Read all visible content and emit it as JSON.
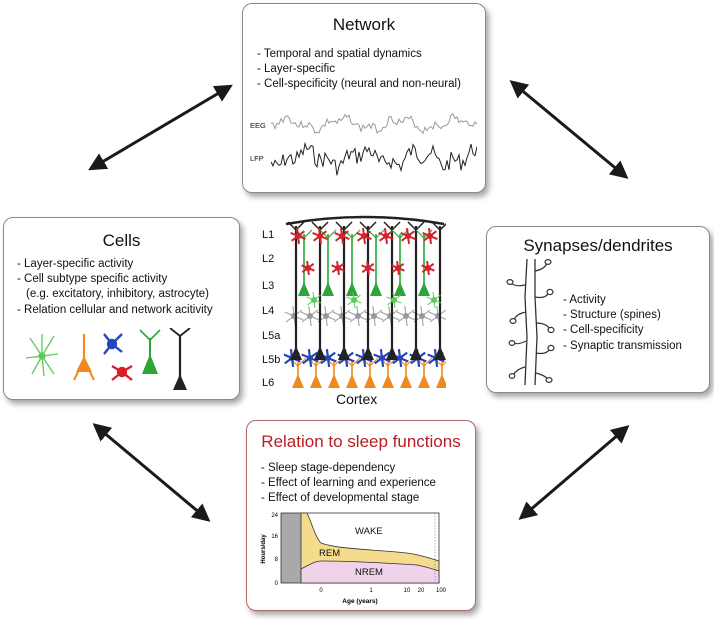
{
  "network": {
    "title": "Network",
    "bullets": [
      "- Temporal and spatial dynamics",
      "- Layer-specific",
      "- Cell-specificity (neural and non-neural)"
    ],
    "trace_labels": [
      "EEG",
      "LFP"
    ]
  },
  "cells": {
    "title": "Cells",
    "bullets": [
      "- Layer-specific activity",
      "- Cell subtype specific activity",
      "  (e.g. excitatory, inhibitory, astrocyte)",
      "- Relation cellular and network acitivity"
    ]
  },
  "synapses": {
    "title": "Synapses/dendrites",
    "bullets": [
      "- Activity",
      "- Structure (spines)",
      "- Cell-specificity",
      "- Synaptic transmission"
    ]
  },
  "sleep": {
    "title": "Relation to sleep functions",
    "bullets": [
      "- Sleep stage-dependency",
      "- Effect of learning and experience",
      "- Effect of developmental stage"
    ],
    "chart": {
      "ylabel": "Hours/day",
      "xlabel": "Age (years)",
      "yticks": [
        "24",
        "16",
        "8",
        "0"
      ],
      "xticks": [
        "0",
        "1",
        "10",
        "20",
        "100"
      ],
      "labels": [
        "WAKE",
        "REM",
        "NREM"
      ]
    }
  },
  "cortex": {
    "title": "Cortex",
    "layers": [
      "L1",
      "L2",
      "L3",
      "L4",
      "L5a",
      "L5b",
      "L6"
    ]
  },
  "colors": {
    "red": "#d8202a",
    "green": "#2aa638",
    "blue": "#2446b8",
    "orange": "#f08a1c",
    "gray": "#999999",
    "black": "#222222",
    "rem": "#f5dc8c",
    "nrem": "#f0d2ea"
  }
}
